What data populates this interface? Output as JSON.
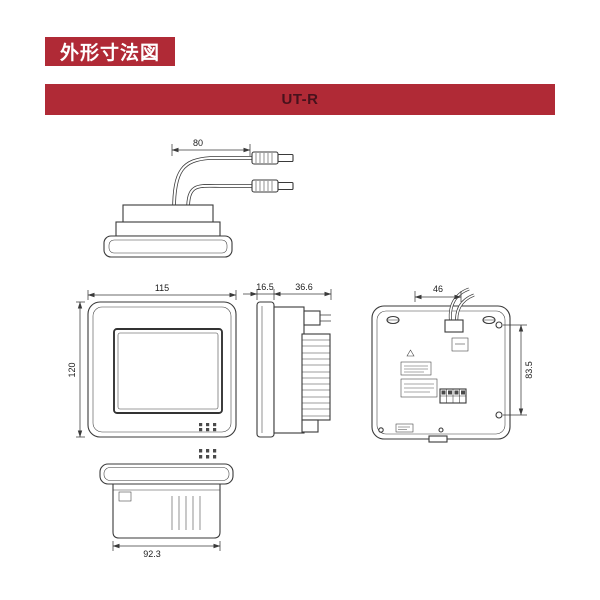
{
  "page": {
    "title": "外形寸法図",
    "model_label": "UT-R"
  },
  "colors": {
    "banner": "#b02a36",
    "banner-text": "#47121c",
    "title-text": "#ffffff",
    "line": "#3a3a3a",
    "page-bg": "#ffffff"
  },
  "dims": {
    "lead_length": "80",
    "front_width": "115",
    "front_height": "120",
    "plate_depth": "16.5",
    "body_depth": "36.6",
    "back_top_width": "46",
    "back_hole_pitch": "83.5",
    "bottom_width": "92.3"
  }
}
